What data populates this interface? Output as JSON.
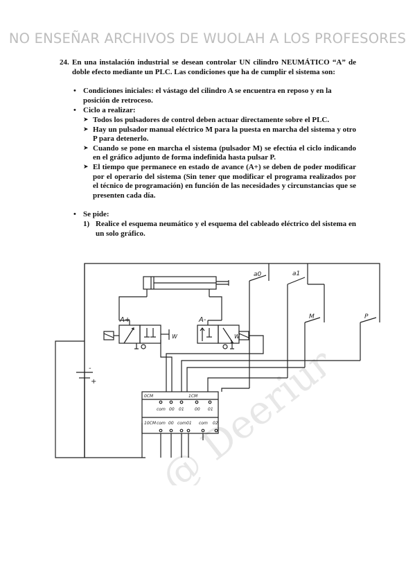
{
  "banner": "NO ENSEÑAR ARCHIVOS DE WUOLAH A LOS PROFESORES",
  "problem": {
    "number": "24.",
    "text": "En una instalación industrial se desean controlar UN cilindro NEUMÁTICO “A” de doble efecto mediante un PLC. Las condiciones que ha de cumplir el sistema son:"
  },
  "bullets": [
    {
      "text": "Condiciones iniciales: el vástago del cilindro A se encuentra en reposo y en la posición de retroceso."
    },
    {
      "text": "Ciclo a realizar:"
    }
  ],
  "subitems": [
    "Todos los pulsadores de control deben actuar directamente sobre el PLC.",
    "Hay un pulsador manual eléctrico M para la puesta en marcha del sistema y otro P para detenerlo.",
    "Cuando se pone en marcha el sistema (pulsador M) se efectúa el ciclo indicando en el gráfico adjunto de forma indefinida hasta pulsar P.",
    "El tiempo que permanece en estado de avance (A+) se deben de poder modificar por el operario del sistema (Sin tener que modificar el programa realizados por el técnico de programación) en función de las necesidades y circunstancias que se presenten cada día."
  ],
  "ask": {
    "label": "Se pide:",
    "number": "1)",
    "text": "Realice el esquema neumático y el esquema del cableado eléctrico del sistema en un solo gráfico."
  },
  "diagram": {
    "valve_left_label": "A+",
    "valve_right_label": "A-",
    "switch_labels": [
      "a0",
      "a1",
      "M",
      "P"
    ],
    "battery_minus": "-",
    "battery_plus": "+",
    "plc_top_left": "0CM",
    "plc_top_mid": "1CM",
    "plc_inputs": [
      "com",
      "00",
      "01",
      "00",
      "01"
    ],
    "plc_bottom_left": "10CM",
    "plc_outputs": [
      "com",
      "00",
      "com",
      "01",
      "com",
      "02"
    ],
    "valve_w": "W"
  },
  "watermark": "@ Deeriumas"
}
